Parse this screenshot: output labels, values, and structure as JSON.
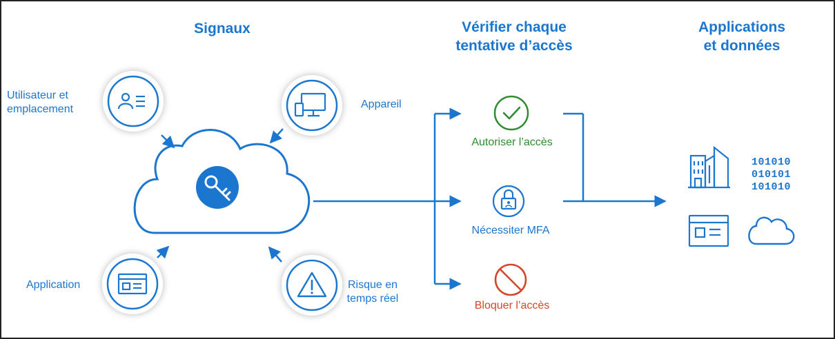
{
  "colors": {
    "accent": "#1b76cf",
    "allow": "#2e8b2e",
    "block": "#d2462a",
    "border": "#222222"
  },
  "headings": {
    "signals": "Signaux",
    "verify_line1": "Vérifier chaque",
    "verify_line2": "tentative d’accès",
    "apps_line1": "Applications",
    "apps_line2": "et données"
  },
  "signals": {
    "user_line1": "Utilisateur et",
    "user_line2": "emplacement",
    "device": "Appareil",
    "application": "Application",
    "risk_line1": "Risque en",
    "risk_line2": "temps réel"
  },
  "decisions": {
    "allow": "Autoriser l’accès",
    "mfa": "Nécessiter MFA",
    "block": "Bloquer l’accès"
  },
  "resources": {
    "binary_line1": "101010",
    "binary_line2": "010101",
    "binary_line3": "101010"
  },
  "icons": {
    "user": "user-card-icon",
    "device": "monitor-phone-icon",
    "application": "app-window-icon",
    "risk": "warning-icon",
    "key": "key-icon",
    "allow": "checkmark-icon",
    "mfa": "lock-icon",
    "block": "blocked-icon",
    "buildings": "buildings-icon",
    "binary": "binary-data-icon",
    "app_window": "app-window-icon",
    "cloud": "cloud-icon"
  }
}
